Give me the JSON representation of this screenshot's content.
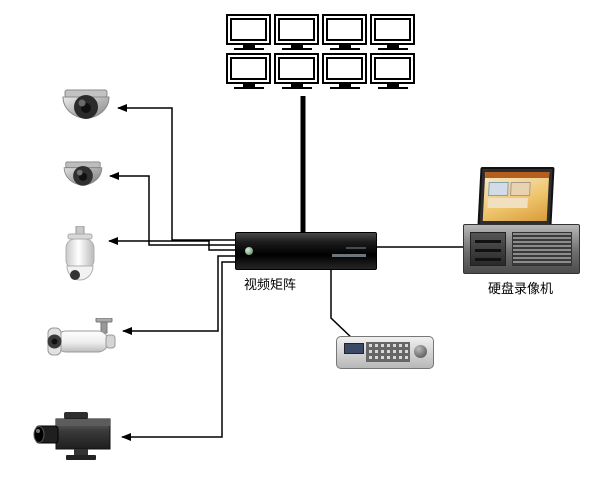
{
  "diagram": {
    "labels": {
      "matrix": "视频矩阵",
      "dvr": "硬盘录像机"
    },
    "devices": [
      {
        "id": "monitor-wall",
        "icon": "crt-monitor-icon",
        "count": 8
      },
      {
        "id": "dome-camera-1",
        "icon": "dome-camera-icon"
      },
      {
        "id": "dome-camera-2",
        "icon": "mini-dome-camera-icon"
      },
      {
        "id": "ptz-camera",
        "icon": "ptz-speed-dome-icon"
      },
      {
        "id": "bullet-camera",
        "icon": "bullet-camera-icon"
      },
      {
        "id": "box-camera",
        "icon": "box-camera-icon"
      },
      {
        "id": "video-matrix",
        "icon": "video-matrix-icon",
        "label": "视频矩阵"
      },
      {
        "id": "dvr",
        "icon": "hard-disk-recorder-icon",
        "label": "硬盘录像机"
      },
      {
        "id": "control-keyboard",
        "icon": "control-keyboard-icon"
      }
    ],
    "connections": [
      {
        "from": "video-matrix",
        "to": "dome-camera-1",
        "arrow": true
      },
      {
        "from": "video-matrix",
        "to": "dome-camera-2",
        "arrow": true
      },
      {
        "from": "video-matrix",
        "to": "ptz-camera",
        "arrow": true
      },
      {
        "from": "video-matrix",
        "to": "bullet-camera",
        "arrow": true
      },
      {
        "from": "video-matrix",
        "to": "box-camera",
        "arrow": true
      },
      {
        "from": "video-matrix",
        "to": "monitor-wall",
        "arrow": false,
        "style": "thick"
      },
      {
        "from": "video-matrix",
        "to": "dvr",
        "arrow": false
      },
      {
        "from": "video-matrix",
        "to": "control-keyboard",
        "arrow": false
      }
    ],
    "colors": {
      "line": "#000000",
      "background": "#ffffff",
      "label_text": "#000000"
    }
  }
}
